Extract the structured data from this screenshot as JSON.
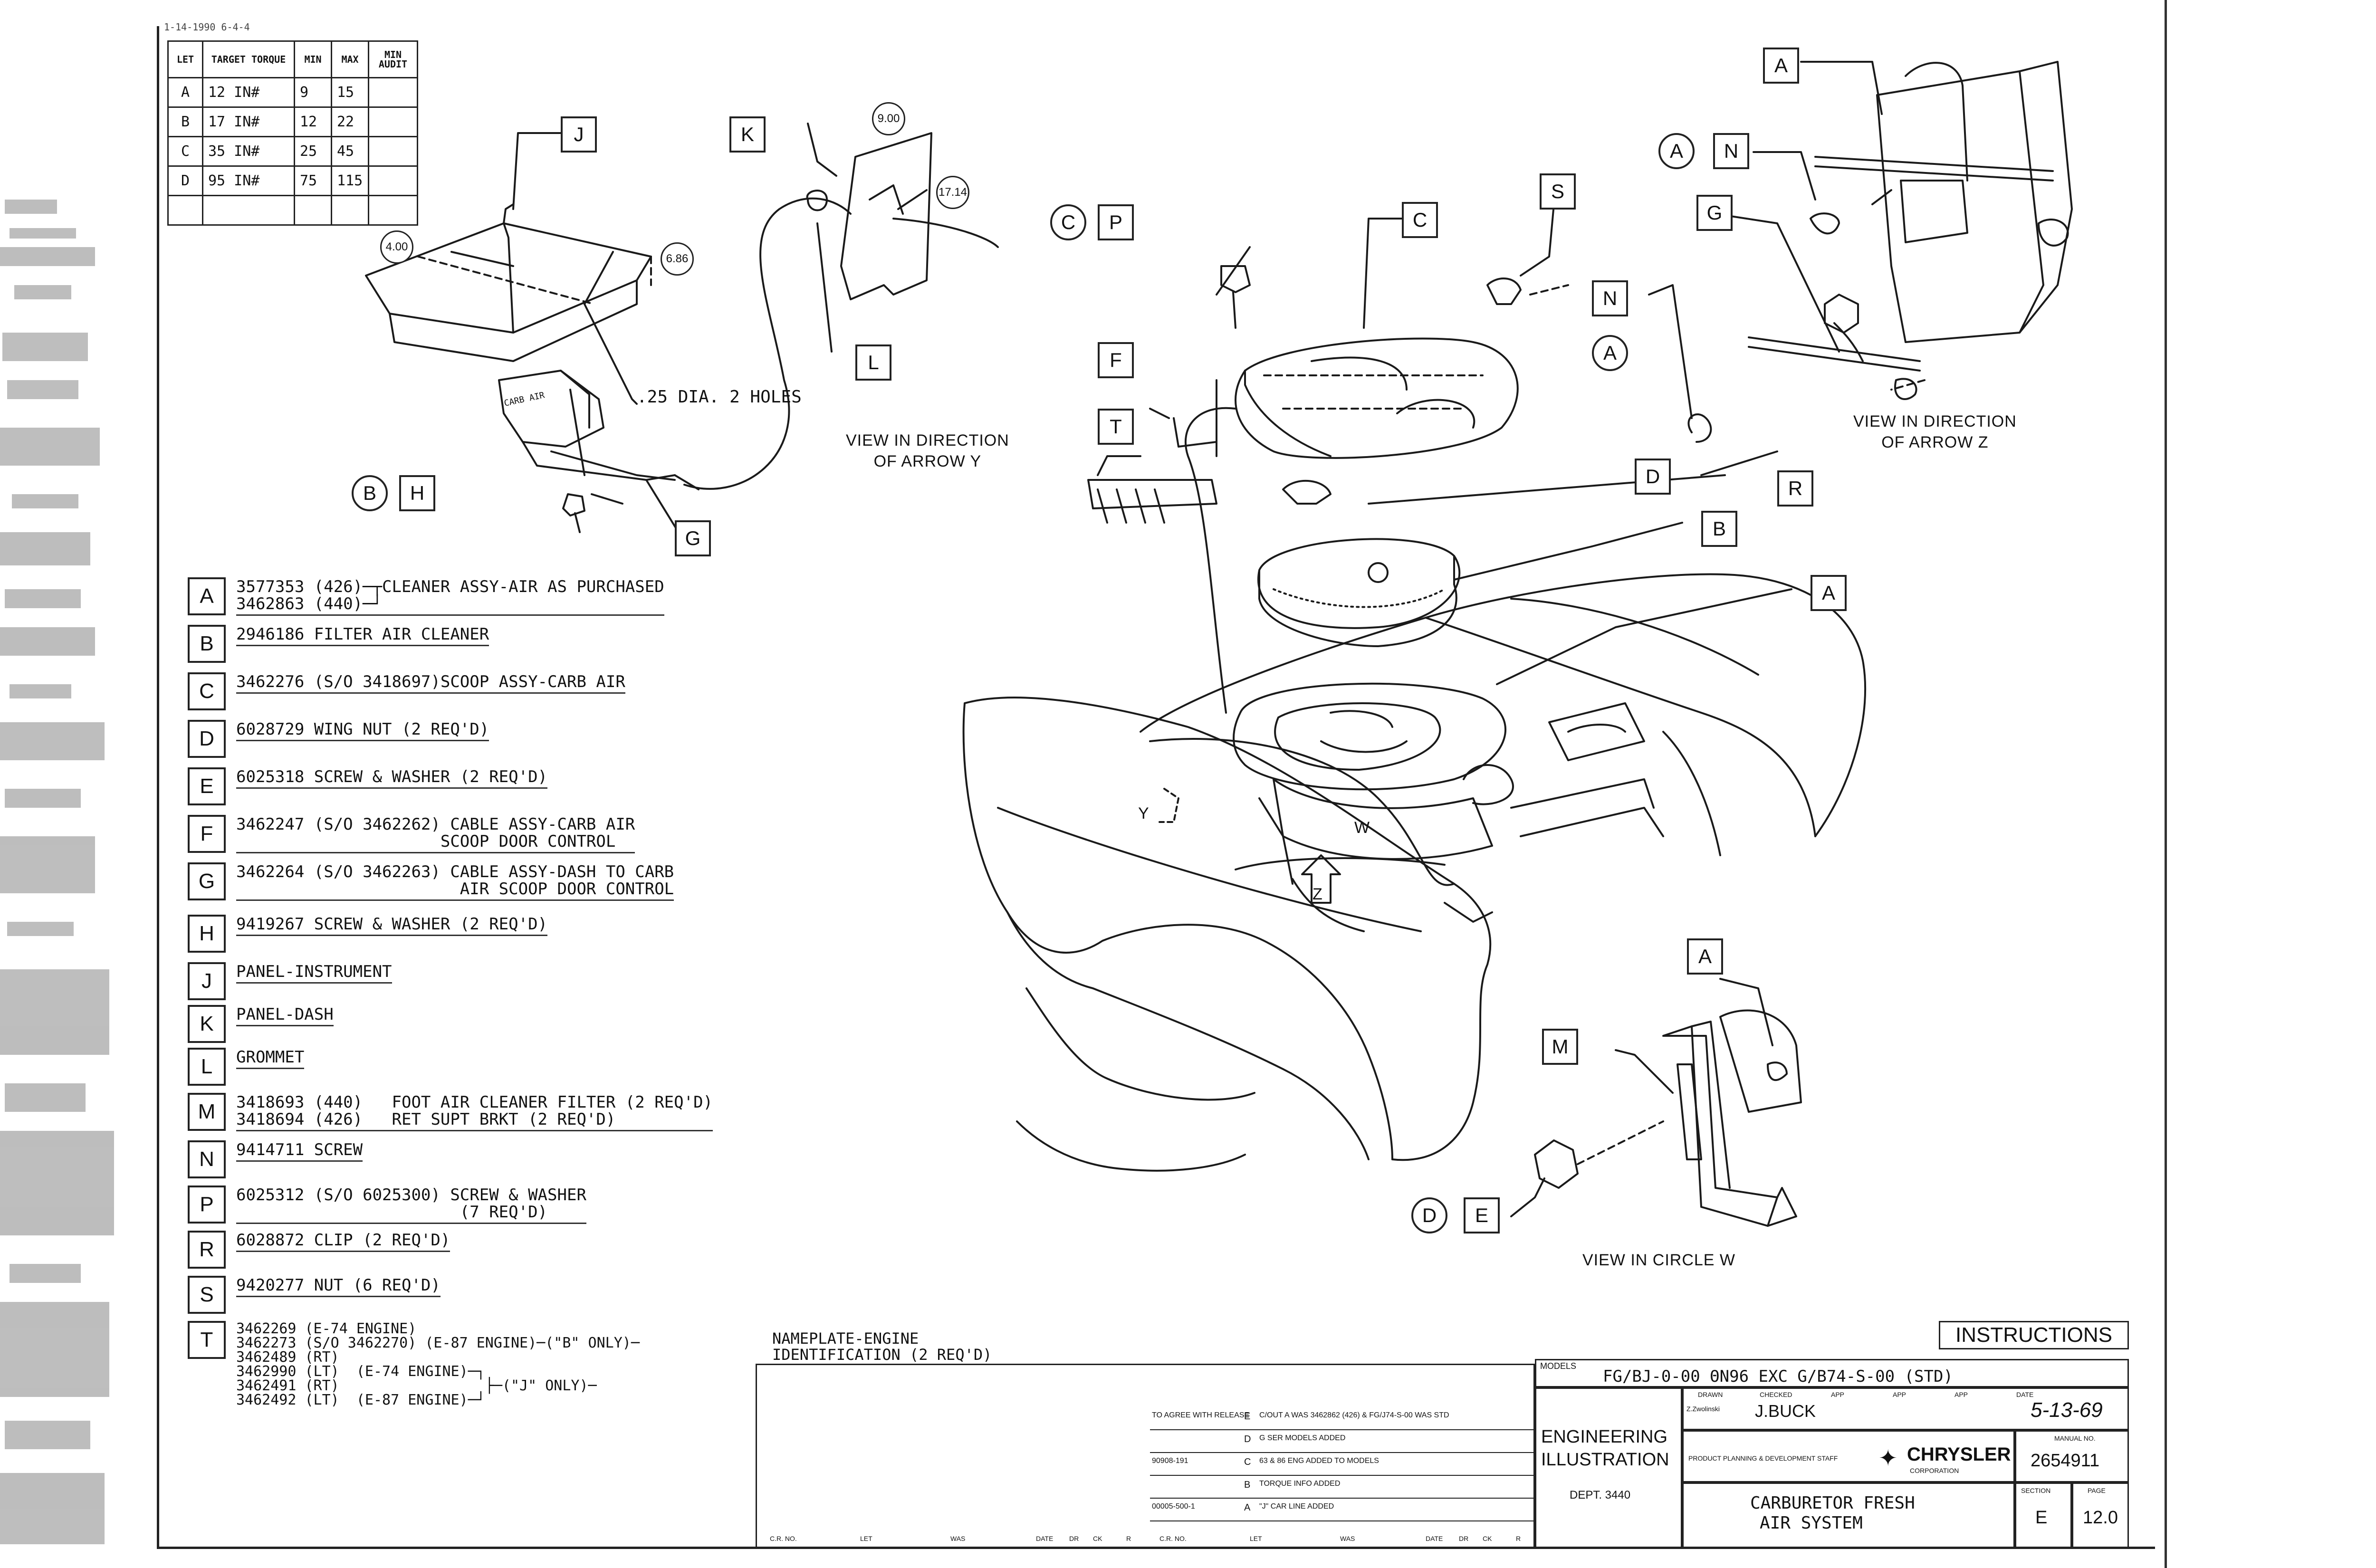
{
  "stamp": "1-14-1990 6-4-4",
  "torque_table": {
    "headers": [
      "LET",
      "TARGET TORQUE",
      "MIN",
      "MAX",
      "MIN AUDIT"
    ],
    "rows": [
      {
        "let": "A",
        "target": "12 IN#",
        "min": "9",
        "max": "15",
        "audit": ""
      },
      {
        "let": "B",
        "target": "17 IN#",
        "min": "12",
        "max": "22",
        "audit": ""
      },
      {
        "let": "C",
        "target": "35 IN#",
        "min": "25",
        "max": "45",
        "audit": ""
      },
      {
        "let": "D",
        "target": "95 IN#",
        "min": "75",
        "max": "115",
        "audit": ""
      },
      {
        "let": "",
        "target": "",
        "min": "",
        "max": "",
        "audit": ""
      }
    ]
  },
  "legend": [
    {
      "letter": "A",
      "lines": [
        "3577353 (426)─┬CLEANER ASSY-AIR AS PURCHASED",
        "3462863 (440)─┘"
      ]
    },
    {
      "letter": "B",
      "lines": [
        "2946186 FILTER AIR CLEANER"
      ]
    },
    {
      "letter": "C",
      "lines": [
        "3462276 (S/O 3418697)SCOOP ASSY-CARB AIR"
      ]
    },
    {
      "letter": "D",
      "lines": [
        "6028729 WING NUT (2 REQ'D)"
      ]
    },
    {
      "letter": "E",
      "lines": [
        "6025318 SCREW & WASHER (2 REQ'D)"
      ]
    },
    {
      "letter": "F",
      "lines": [
        "3462247 (S/O 3462262) CABLE ASSY-CARB AIR",
        "                     SCOOP DOOR CONTROL"
      ]
    },
    {
      "letter": "G",
      "lines": [
        "3462264 (S/O 3462263) CABLE ASSY-DASH TO CARB",
        "                       AIR SCOOP DOOR CONTROL"
      ]
    },
    {
      "letter": "H",
      "lines": [
        "9419267 SCREW & WASHER (2 REQ'D)"
      ]
    },
    {
      "letter": "J",
      "lines": [
        "PANEL-INSTRUMENT"
      ]
    },
    {
      "letter": "K",
      "lines": [
        "PANEL-DASH"
      ]
    },
    {
      "letter": "L",
      "lines": [
        "GROMMET"
      ]
    },
    {
      "letter": "M",
      "lines": [
        "3418693 (440)   FOOT AIR CLEANER FILTER (2 REQ'D)",
        "3418694 (426)   RET SUPT BRKT (2 REQ'D)"
      ]
    },
    {
      "letter": "N",
      "lines": [
        "9414711 SCREW"
      ]
    },
    {
      "letter": "P",
      "lines": [
        "6025312 (S/O 6025300) SCREW & WASHER",
        "                       (7 REQ'D)"
      ]
    },
    {
      "letter": "R",
      "lines": [
        "6028872 CLIP (2 REQ'D)"
      ]
    },
    {
      "letter": "S",
      "lines": [
        "9420277 NUT (6 REQ'D)"
      ]
    },
    {
      "letter": "T",
      "lines": [
        "3462269 (E-74 ENGINE)",
        "3462273 (S/O 3462270) (E-87 ENGINE)─(\"B\" ONLY)─",
        "3462489 (RT)",
        "3462990 (LT)  (E-74 ENGINE)─┐",
        "3462491 (RT)                 ├─(\"J\" ONLY)─",
        "3462492 (LT)  (E-87 ENGINE)─┘"
      ]
    }
  ],
  "t_nameplate": [
    "NAMEPLATE-ENGINE",
    "IDENTIFICATION (2 REQ'D)"
  ],
  "callouts": {
    "J": "J",
    "K": "K",
    "L": "L",
    "H": "H",
    "B_circle": "B",
    "G": "G",
    "C_circle": "C",
    "P": "P",
    "F": "F",
    "T": "T",
    "C_box": "C",
    "S": "S",
    "D_box": "D",
    "B_box": "B",
    "A_box_mid": "A",
    "A_box_top": "A",
    "A_circle_top": "A",
    "N_top": "N",
    "G_right": "G",
    "N_right": "N",
    "A_circle_right": "A",
    "R": "R",
    "A_box_bottom": "A",
    "M": "M",
    "D_circle": "D",
    "E": "E"
  },
  "dimensions": {
    "d400": "4.00",
    "d686": "6.86",
    "d900": "9.00",
    "d1714": "17.14"
  },
  "notes": {
    "holes": ".25 DIA. 2 HOLES",
    "carb_label": "CARB AIR",
    "view_y": [
      "VIEW IN DIRECTION",
      "OF ARROW  Y"
    ],
    "view_z": [
      "VIEW IN DIRECTION",
      "OF ARROW  Z"
    ],
    "view_w": "VIEW IN CIRCLE W",
    "arrow_y": "Y",
    "arrow_z": "Z",
    "arrow_w": "W"
  },
  "title_block": {
    "instructions": "INSTRUCTIONS",
    "models_label": "MODELS",
    "models_value": "FG/BJ-0-00  ΘN96   EXC G/B74-S-00 (STD)",
    "dept_title": [
      "ENGINEERING",
      "ILLUSTRATION"
    ],
    "dept": "DEPT. 3440",
    "drawn_label": "DRAWN",
    "drawn_value": "Z.Zwolinski",
    "checked_label": "CHECKED",
    "checked_value": "J.BUCK",
    "app_label": "APP",
    "date_label": "DATE",
    "date_value": "5-13-69",
    "staff": "PRODUCT PLANNING & DEVELOPMENT STAFF",
    "company": "CHRYSLER",
    "company_sub": "CORPORATION",
    "manual_label": "MANUAL NO.",
    "manual_value": "2654911",
    "title": [
      "CARBURETOR FRESH",
      "AIR SYSTEM"
    ],
    "section_label": "SECTION",
    "section_value": "E",
    "page_label": "PAGE",
    "page_value": "12.0",
    "footer_left": [
      "C.R. NO.",
      "LET",
      "WAS",
      "DATE",
      "DR",
      "CK",
      "R"
    ],
    "footer_right": [
      "C.R. NO.",
      "LET",
      "WAS",
      "DATE",
      "DR",
      "CK",
      "R"
    ],
    "revisions": [
      {
        "cr": "TO AGREE WITH RELEASE",
        "let": "E",
        "was": "C/OUT A WAS 3462862 (426) & FG/J74-S-00 WAS STD"
      },
      {
        "cr": "",
        "let": "D",
        "was": "G SER MODELS ADDED"
      },
      {
        "cr": "90908-191",
        "let": "C",
        "was": "63 & 86 ENG ADDED TO MODELS"
      },
      {
        "cr": "",
        "let": "B",
        "was": "TORQUE INFO ADDED"
      },
      {
        "cr": "00005-500-1",
        "let": "A",
        "was": "\"J\" CAR LINE ADDED"
      }
    ]
  }
}
